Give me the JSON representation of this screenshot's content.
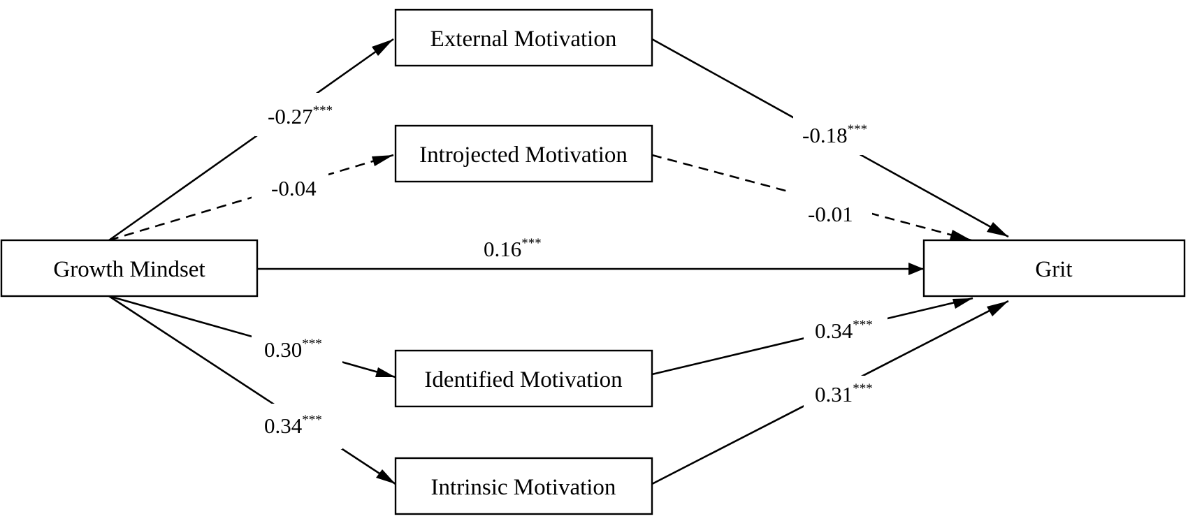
{
  "nodes": {
    "growth": {
      "label": "Growth Mindset"
    },
    "external": {
      "label": "External Motivation"
    },
    "introjected": {
      "label": "Introjected Motivation"
    },
    "identified": {
      "label": "Identified Motivation"
    },
    "intrinsic": {
      "label": "Intrinsic Motivation"
    },
    "grit": {
      "label": "Grit"
    }
  },
  "paths": {
    "growth_external": {
      "coef": "-0.27",
      "sig": "***",
      "style": "solid"
    },
    "growth_introjected": {
      "coef": "-0.04",
      "sig": "",
      "style": "dashed"
    },
    "growth_grit": {
      "coef": "0.16",
      "sig": "***",
      "style": "solid"
    },
    "growth_identified": {
      "coef": "0.30",
      "sig": "***",
      "style": "solid"
    },
    "growth_intrinsic": {
      "coef": "0.34",
      "sig": "***",
      "style": "solid"
    },
    "external_grit": {
      "coef": "-0.18",
      "sig": "***",
      "style": "solid"
    },
    "introjected_grit": {
      "coef": "-0.01",
      "sig": "",
      "style": "dashed"
    },
    "identified_grit": {
      "coef": "0.34",
      "sig": "***",
      "style": "solid"
    },
    "intrinsic_grit": {
      "coef": "0.31",
      "sig": "***",
      "style": "solid"
    }
  }
}
